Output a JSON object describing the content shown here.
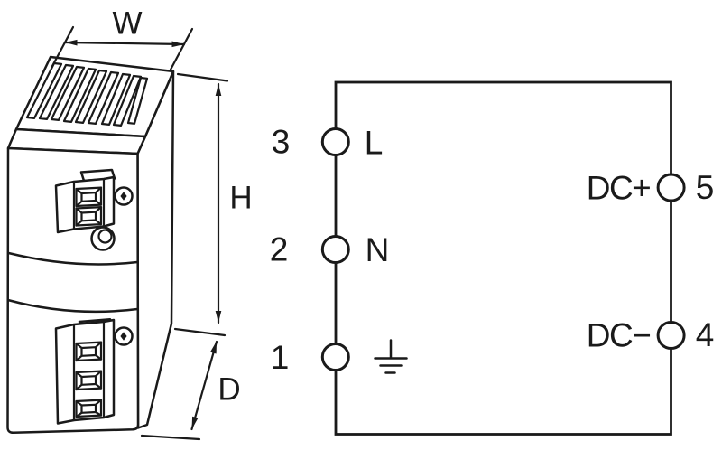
{
  "colors": {
    "line": "#1a1a1a",
    "background": "#ffffff"
  },
  "device_view": {
    "dimension_labels": {
      "width": "W",
      "height": "H",
      "depth": "D"
    }
  },
  "schematic": {
    "ac_side": [
      {
        "terminal": "3",
        "label": "L"
      },
      {
        "terminal": "2",
        "label": "N"
      },
      {
        "terminal": "1",
        "label": "",
        "icon": "earth-ground"
      }
    ],
    "dc_side": [
      {
        "label": "DC+",
        "terminal": "5"
      },
      {
        "label": "DC−",
        "terminal": "4"
      }
    ]
  }
}
